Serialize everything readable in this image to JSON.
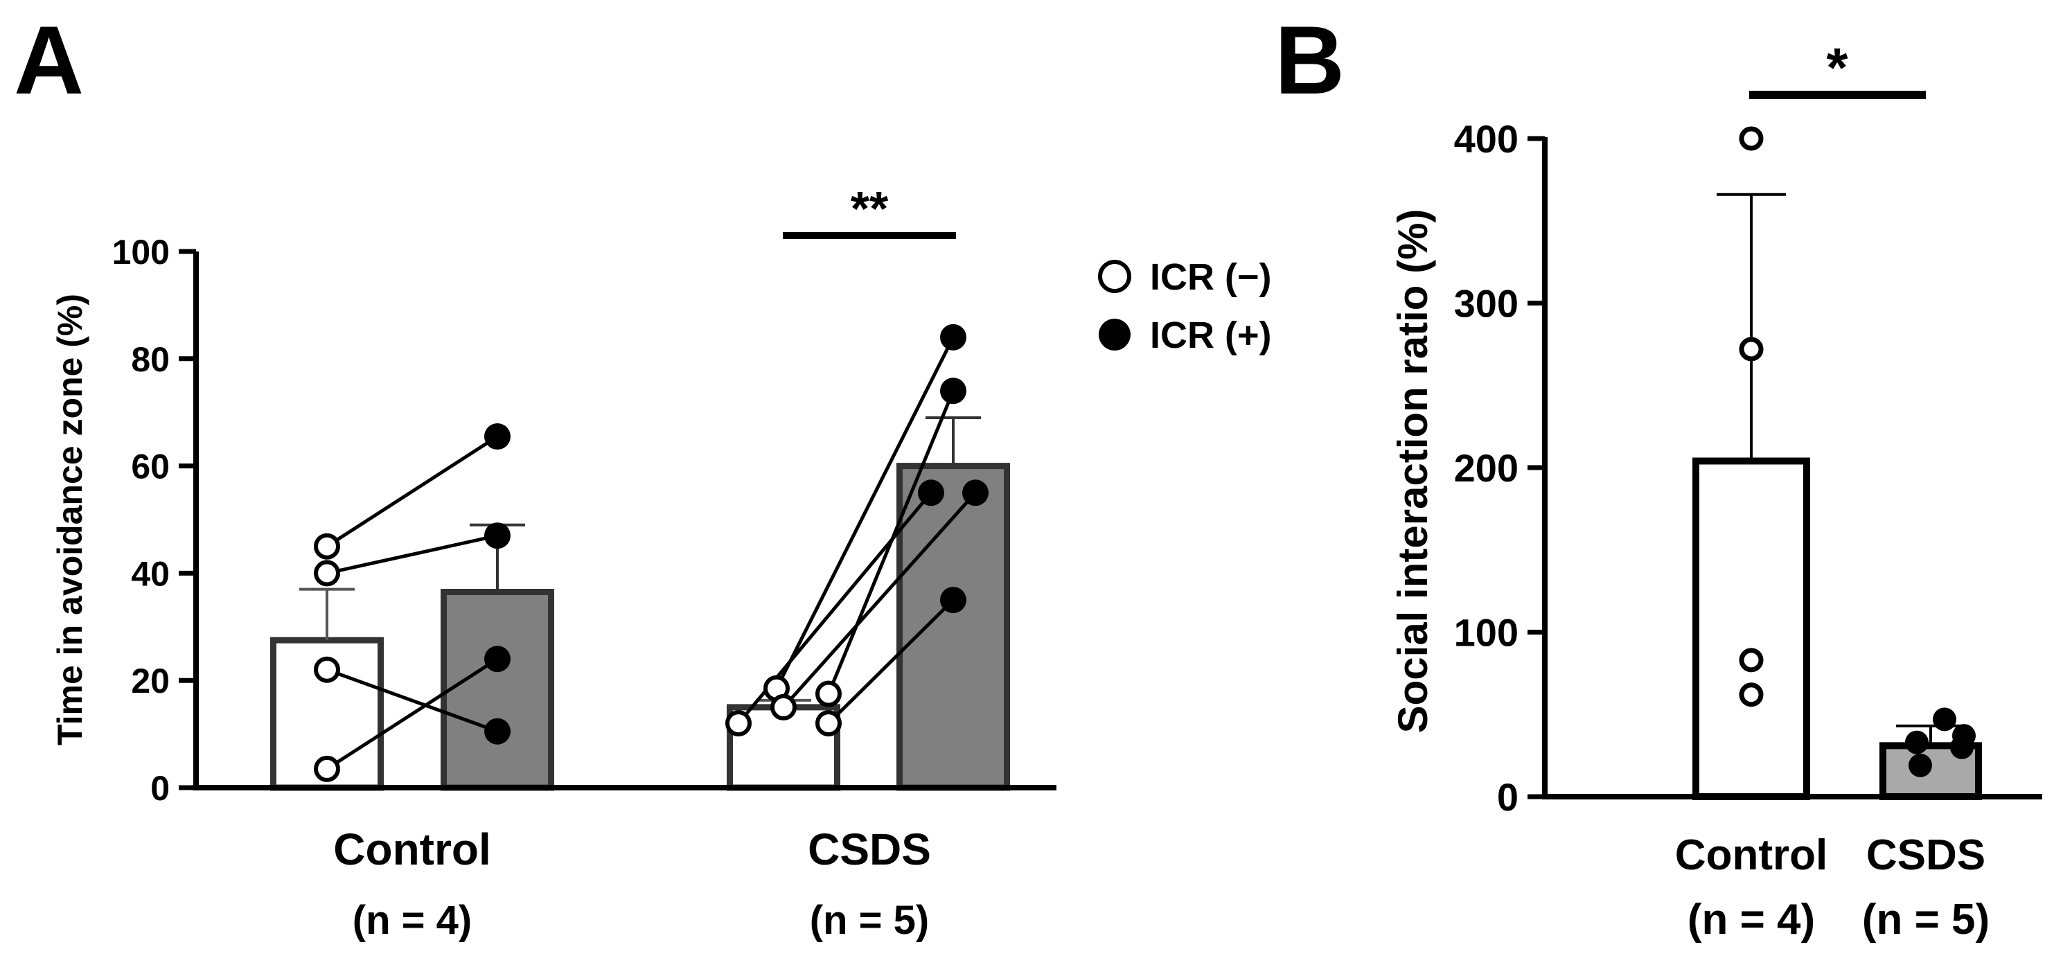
{
  "colors": {
    "white_bar": "#ffffff",
    "grey_bar_A": "#808080",
    "grey_bar_B": "#a9a9a9",
    "ink": "#000000"
  },
  "panel_a": {
    "label": "A"
  },
  "panel_b": {
    "label": "B"
  },
  "chart_data": [
    {
      "type": "bar",
      "panel": "A",
      "ylabel": "Time in avoidance zone (%)",
      "ylim": [
        0,
        100
      ],
      "yticks": [
        "0",
        "20",
        "40",
        "60",
        "80",
        "100"
      ],
      "groups": [
        {
          "name": "Control",
          "n_label": "(n = 4)"
        },
        {
          "name": "CSDS",
          "n_label": "(n = 5)"
        }
      ],
      "legend": {
        "position": "top-right",
        "entries": [
          "ICR (−)",
          "ICR (+)"
        ]
      },
      "series": [
        {
          "name": "ICR (−)",
          "fill": "open",
          "values": [
            27.5,
            15
          ],
          "sem": [
            9.5,
            1.3
          ]
        },
        {
          "name": "ICR (+)",
          "fill": "filled",
          "values": [
            36.5,
            60
          ],
          "sem": [
            12.5,
            9
          ]
        }
      ],
      "paired_points": {
        "Control": [
          [
            45,
            65.5
          ],
          [
            40,
            47
          ],
          [
            22,
            10.5
          ],
          [
            3.5,
            24
          ]
        ],
        "CSDS": [
          [
            18.5,
            84
          ],
          [
            17.5,
            74
          ],
          [
            15,
            55
          ],
          [
            12,
            55
          ],
          [
            12,
            35
          ]
        ]
      },
      "significance": [
        {
          "group": "CSDS",
          "label": "**"
        }
      ]
    },
    {
      "type": "bar",
      "panel": "B",
      "ylabel": "Social interaction ratio (%)",
      "ylim": [
        0,
        400
      ],
      "yticks": [
        "0",
        "100",
        "200",
        "300",
        "400"
      ],
      "categories": [
        "Control",
        "CSDS"
      ],
      "n_labels": [
        "(n = 4)",
        "(n = 5)"
      ],
      "values": [
        204,
        31
      ],
      "sd": [
        162,
        12
      ],
      "points": [
        [
          400,
          272,
          83,
          62
        ],
        [
          47,
          37,
          33,
          30,
          19
        ]
      ],
      "significance": [
        {
          "between": [
            "Control",
            "CSDS"
          ],
          "label": "*"
        }
      ]
    }
  ]
}
